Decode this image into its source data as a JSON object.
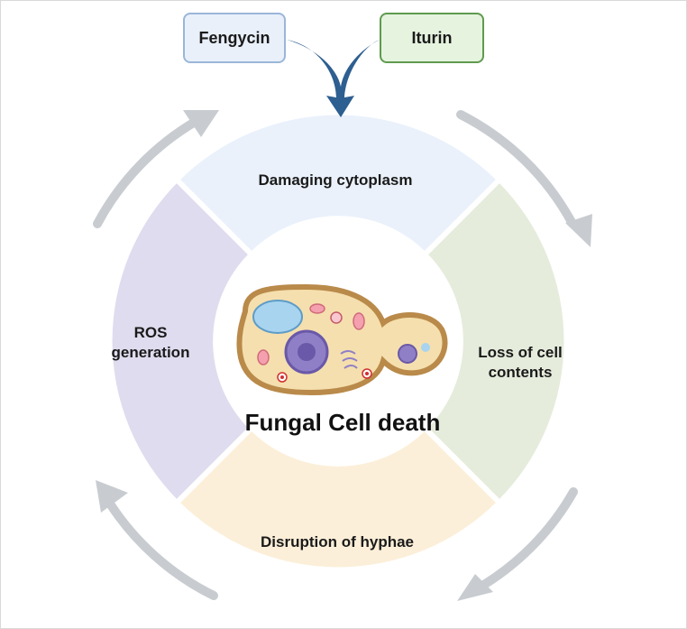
{
  "inputs": {
    "fengycin": "Fengycin",
    "iturin": "Iturin"
  },
  "segments": {
    "top": "Damaging cytoplasm",
    "right_line1": "Loss of cell",
    "right_line2": "contents",
    "bottom": "Disruption of hyphae",
    "left_line1": "ROS",
    "left_line2": "generation"
  },
  "center": {
    "label": "Fungal Cell death"
  },
  "colors": {
    "top_segment": "#eaf1fb",
    "right_segment": "#e5ecdc",
    "bottom_segment": "#fcefd9",
    "left_segment": "#e0dcef",
    "arrow_gray": "#c8ccd0",
    "input_arrow": "#2d5f91"
  },
  "icons": {
    "fungal_cell": "budding-yeast-cell-icon"
  }
}
